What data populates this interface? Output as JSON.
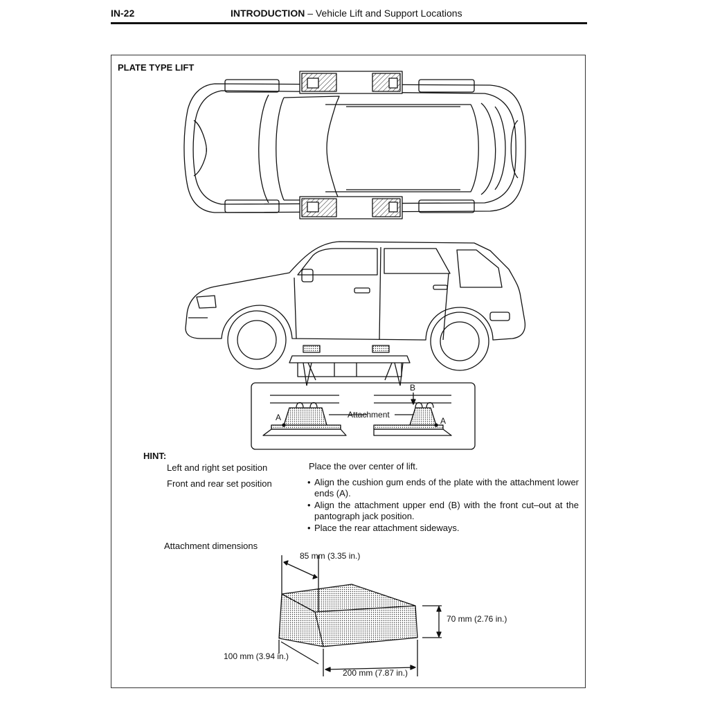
{
  "header": {
    "page_number": "IN-22",
    "section": "INTRODUCTION",
    "subtitle": " – Vehicle Lift and Support Locations"
  },
  "figure": {
    "title": "PLATE TYPE LIFT",
    "callout_b": "B",
    "callout_a": "A",
    "attachment_label": "Attachment"
  },
  "hint": {
    "label": "HINT:",
    "rows": [
      {
        "label": "Left and right set position",
        "value": "Place the over center of lift."
      },
      {
        "label": "Front and rear set position"
      }
    ],
    "bullets": [
      "Align the cushion gum ends of the plate with the attachment lower ends (A).",
      "Align the attachment upper end (B) with the front cut–out at the pantograph jack position.",
      "Place the rear attachment sideways."
    ]
  },
  "attachment": {
    "title": "Attachment dimensions",
    "top_width": "85 mm (3.35 in.)",
    "height": "70 mm (2.76 in.)",
    "depth": "100 mm (3.94 in.)",
    "length": "200 mm (7.87 in.)"
  }
}
